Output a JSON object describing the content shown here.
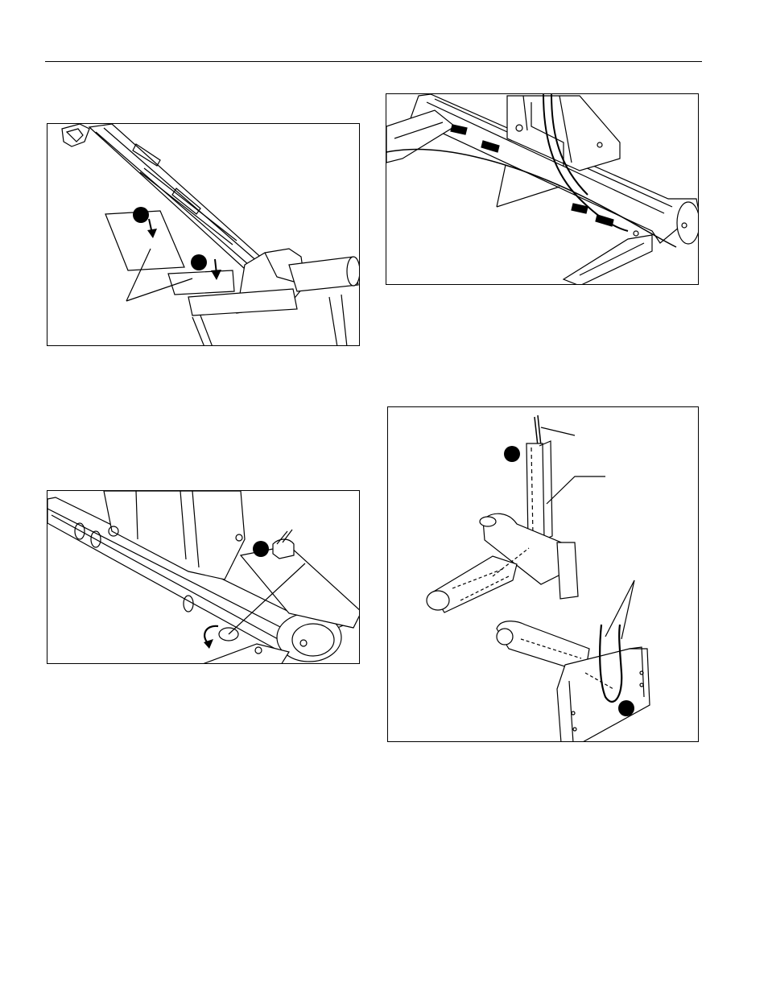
{
  "page": {
    "figures": [
      {
        "label": "",
        "callouts": 2
      },
      {
        "label": "",
        "callouts": 0
      },
      {
        "label": "",
        "callouts": 1
      },
      {
        "label": "",
        "callouts": 2
      }
    ]
  }
}
